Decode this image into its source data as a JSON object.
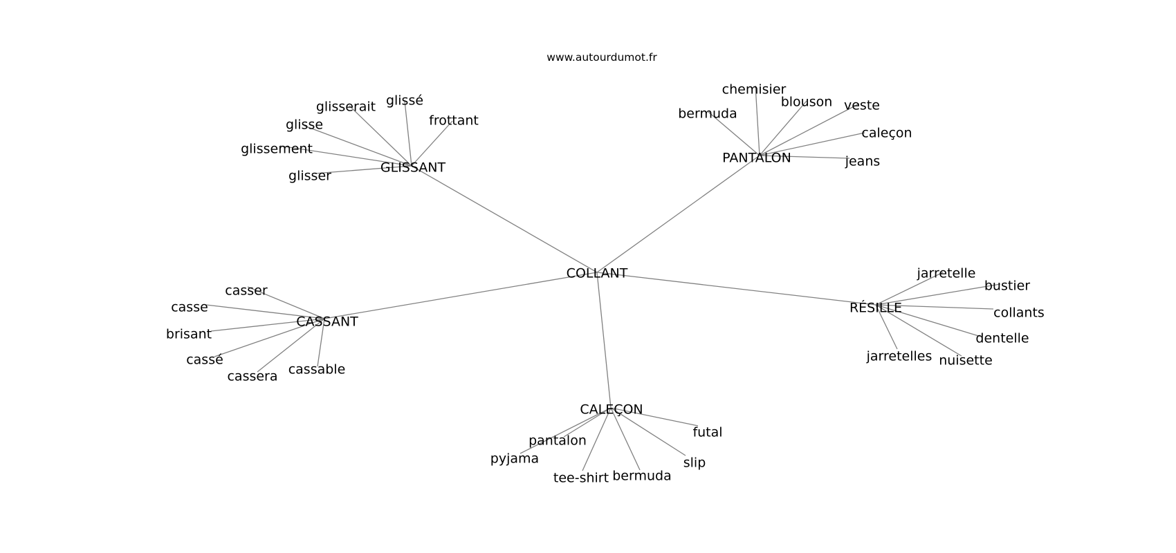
{
  "source_url": "www.autourdumot.fr",
  "edge_color": "#808080",
  "center": "COLLANT",
  "hubs": [
    {
      "label": "GLISSANT",
      "leaves": [
        "glisserait",
        "glissé",
        "frottant",
        "glisse",
        "glissement",
        "glisser"
      ]
    },
    {
      "label": "PANTALON",
      "leaves": [
        "chemisier",
        "blouson",
        "veste",
        "bermuda",
        "caleçon",
        "jeans"
      ]
    },
    {
      "label": "CASSANT",
      "leaves": [
        "casser",
        "casse",
        "brisant",
        "cassé",
        "cassera",
        "cassable"
      ]
    },
    {
      "label": "RÉSILLE",
      "leaves": [
        "jarretelle",
        "bustier",
        "collants",
        "dentelle",
        "nuisette",
        "jarretelles"
      ]
    },
    {
      "label": "CALEÇON",
      "leaves": [
        "futal",
        "pantalon",
        "pyjama",
        "slip",
        "tee-shirt",
        "bermuda"
      ]
    }
  ]
}
